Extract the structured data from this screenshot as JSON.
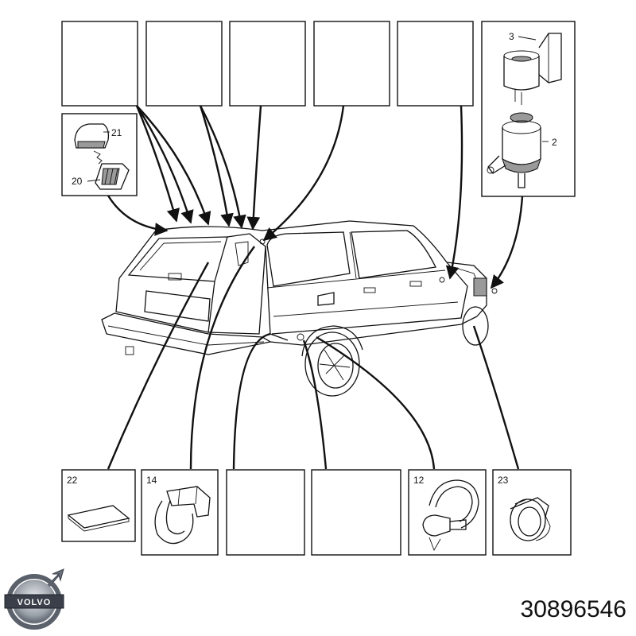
{
  "callouts": {
    "c3": "3",
    "c2": "2",
    "c21": "21",
    "c20": "20",
    "c22": "22",
    "c14": "14",
    "c12": "12",
    "c23": "23"
  },
  "brand": {
    "logo_text": "VOLVO",
    "part_number": "30896546"
  },
  "colors": {
    "line": "#111111",
    "background": "#ffffff",
    "logo_dark": "#3a3f4a",
    "logo_chrome": "#c8ccd2"
  }
}
